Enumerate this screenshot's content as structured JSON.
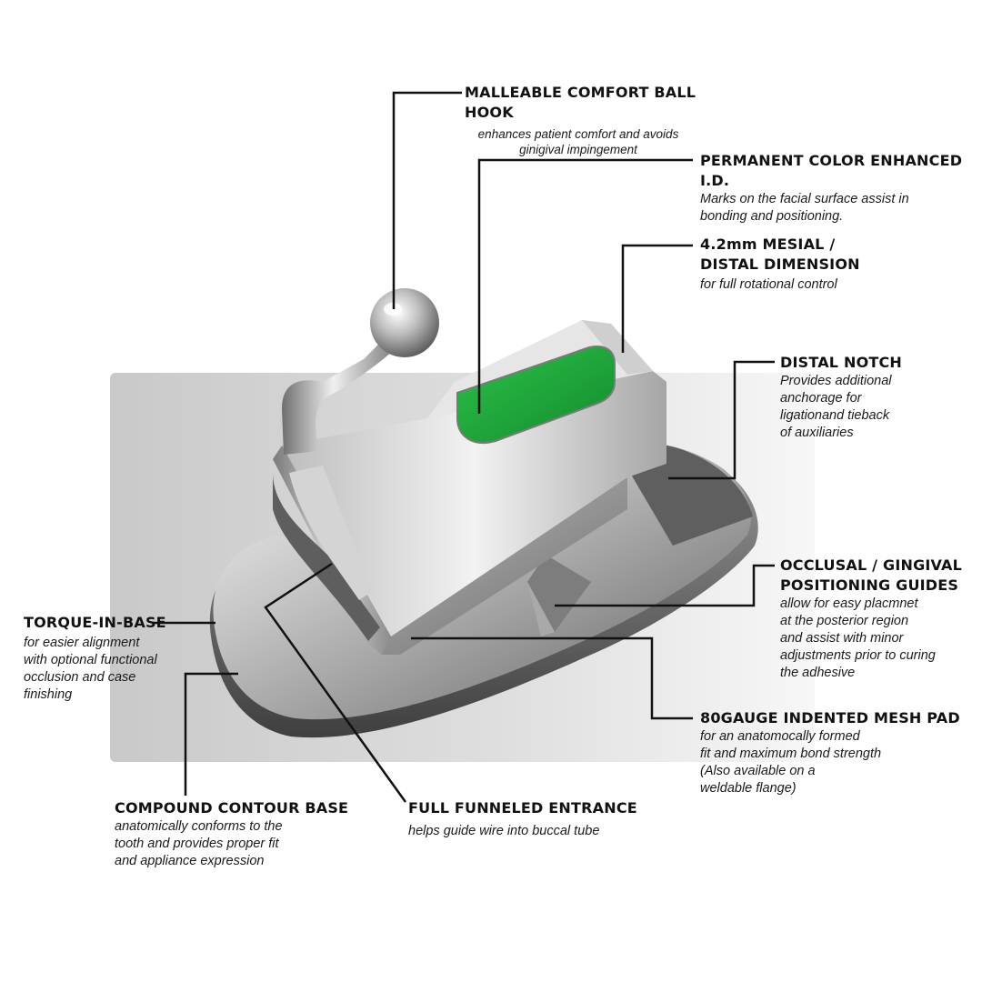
{
  "colors": {
    "background": "#ffffff",
    "panel": "#d6d6d6",
    "metal": "#b8b8b8",
    "id_mark": "#1fae3a",
    "leader": "#111111"
  },
  "callouts": {
    "ball_hook": {
      "title": "MALLEABLE COMFORT BALL HOOK",
      "desc": [
        "enhances patient comfort and avoids",
        "ginigival impingement"
      ]
    },
    "color_id": {
      "title": "PERMANENT COLOR ENHANCED I.D.",
      "desc": [
        "Marks on the facial surface assist in",
        "bonding and positioning."
      ]
    },
    "mesial": {
      "title": [
        "4.2mm MESIAL /",
        "DISTAL DIMENSION"
      ],
      "desc": [
        "for full rotational control"
      ]
    },
    "distal_notch": {
      "title": "DISTAL NOTCH",
      "desc": [
        "Provides additional",
        "anchorage for",
        "ligationand tieback",
        "of auxiliaries"
      ]
    },
    "positioning": {
      "title": [
        "OCCLUSAL / GINGIVAL",
        "POSITIONING GUIDES"
      ],
      "desc": [
        "allow for easy placmnet",
        "at the posterior region",
        "and assist with minor",
        "adjustments prior to curing",
        "the adhesive"
      ]
    },
    "mesh_pad": {
      "title": "80GAUGE INDENTED MESH PAD",
      "desc": [
        "for an anatomocally formed",
        "fit and maximum bond strength",
        "(Also available on a",
        "weldable flange)"
      ]
    },
    "torque": {
      "title": "TORQUE-IN-BASE",
      "desc": [
        "for easier alignment",
        "with optional functional",
        "occlusion and case",
        "finishing"
      ]
    },
    "contour_base": {
      "title": "COMPOUND CONTOUR BASE",
      "desc": [
        "anatomically conforms to the",
        "tooth and provides proper fit",
        "and appliance expression"
      ]
    },
    "funnel": {
      "title": "FULL FUNNELED ENTRANCE",
      "desc": [
        "helps guide wire into buccal tube"
      ]
    }
  }
}
